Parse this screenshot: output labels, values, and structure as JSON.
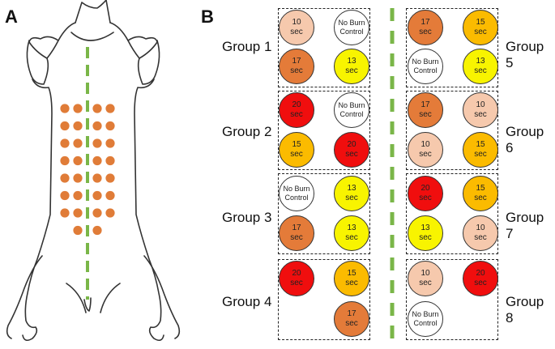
{
  "panel_a_label": "A",
  "panel_b_label": "B",
  "colors": {
    "10 sec": "#f6c9ad",
    "13 sec": "#f8f400",
    "15 sec": "#fbbb00",
    "17 sec": "#e47b39",
    "20 sec": "#f00e0e",
    "No Burn Control": "#ffffff",
    "site_dot": "#e07c38",
    "midline": "#7ab648"
  },
  "site_grid": {
    "rows": 8,
    "sites_per_row": 4,
    "last_row_sites": 2
  },
  "groups": [
    {
      "label": "Group 1",
      "cells": [
        "10\nsec",
        "No Burn\nControl",
        "17\nsec",
        "13\nsec"
      ],
      "keys": [
        "10 sec",
        "No Burn Control",
        "17 sec",
        "13 sec"
      ]
    },
    {
      "label": "Group 2",
      "cells": [
        "20\nsec",
        "No Burn\nControl",
        "15\nsec",
        "20\nsec"
      ],
      "keys": [
        "20 sec",
        "No Burn Control",
        "15 sec",
        "20 sec"
      ]
    },
    {
      "label": "Group 3",
      "cells": [
        "No Burn\nControl",
        "13\nsec",
        "17\nsec",
        "13\nsec"
      ],
      "keys": [
        "No Burn Control",
        "13 sec",
        "17 sec",
        "13 sec"
      ]
    },
    {
      "label": "Group 4",
      "cells": [
        "20\nsec",
        "15\nsec",
        "",
        "17\nsec"
      ],
      "keys": [
        "20 sec",
        "15 sec",
        "",
        "17 sec"
      ]
    },
    {
      "label": "Group 5",
      "cells": [
        "17\nsec",
        "15\nsec",
        "No Burn\nControl",
        "13\nsec"
      ],
      "keys": [
        "17 sec",
        "15 sec",
        "No Burn Control",
        "13 sec"
      ]
    },
    {
      "label": "Group 6",
      "cells": [
        "17\nsec",
        "10\nsec",
        "10\nsec",
        "15\nsec"
      ],
      "keys": [
        "17 sec",
        "10 sec",
        "10 sec",
        "15 sec"
      ]
    },
    {
      "label": "Group 7",
      "cells": [
        "20\nsec",
        "15\nsec",
        "13\nsec",
        "10\nsec"
      ],
      "keys": [
        "20 sec",
        "15 sec",
        "13 sec",
        "10 sec"
      ]
    },
    {
      "label": "Group 8",
      "cells": [
        "10\nsec",
        "20\nsec",
        "No Burn\nControl",
        ""
      ],
      "keys": [
        "10 sec",
        "20 sec",
        "No Burn Control",
        ""
      ]
    }
  ]
}
